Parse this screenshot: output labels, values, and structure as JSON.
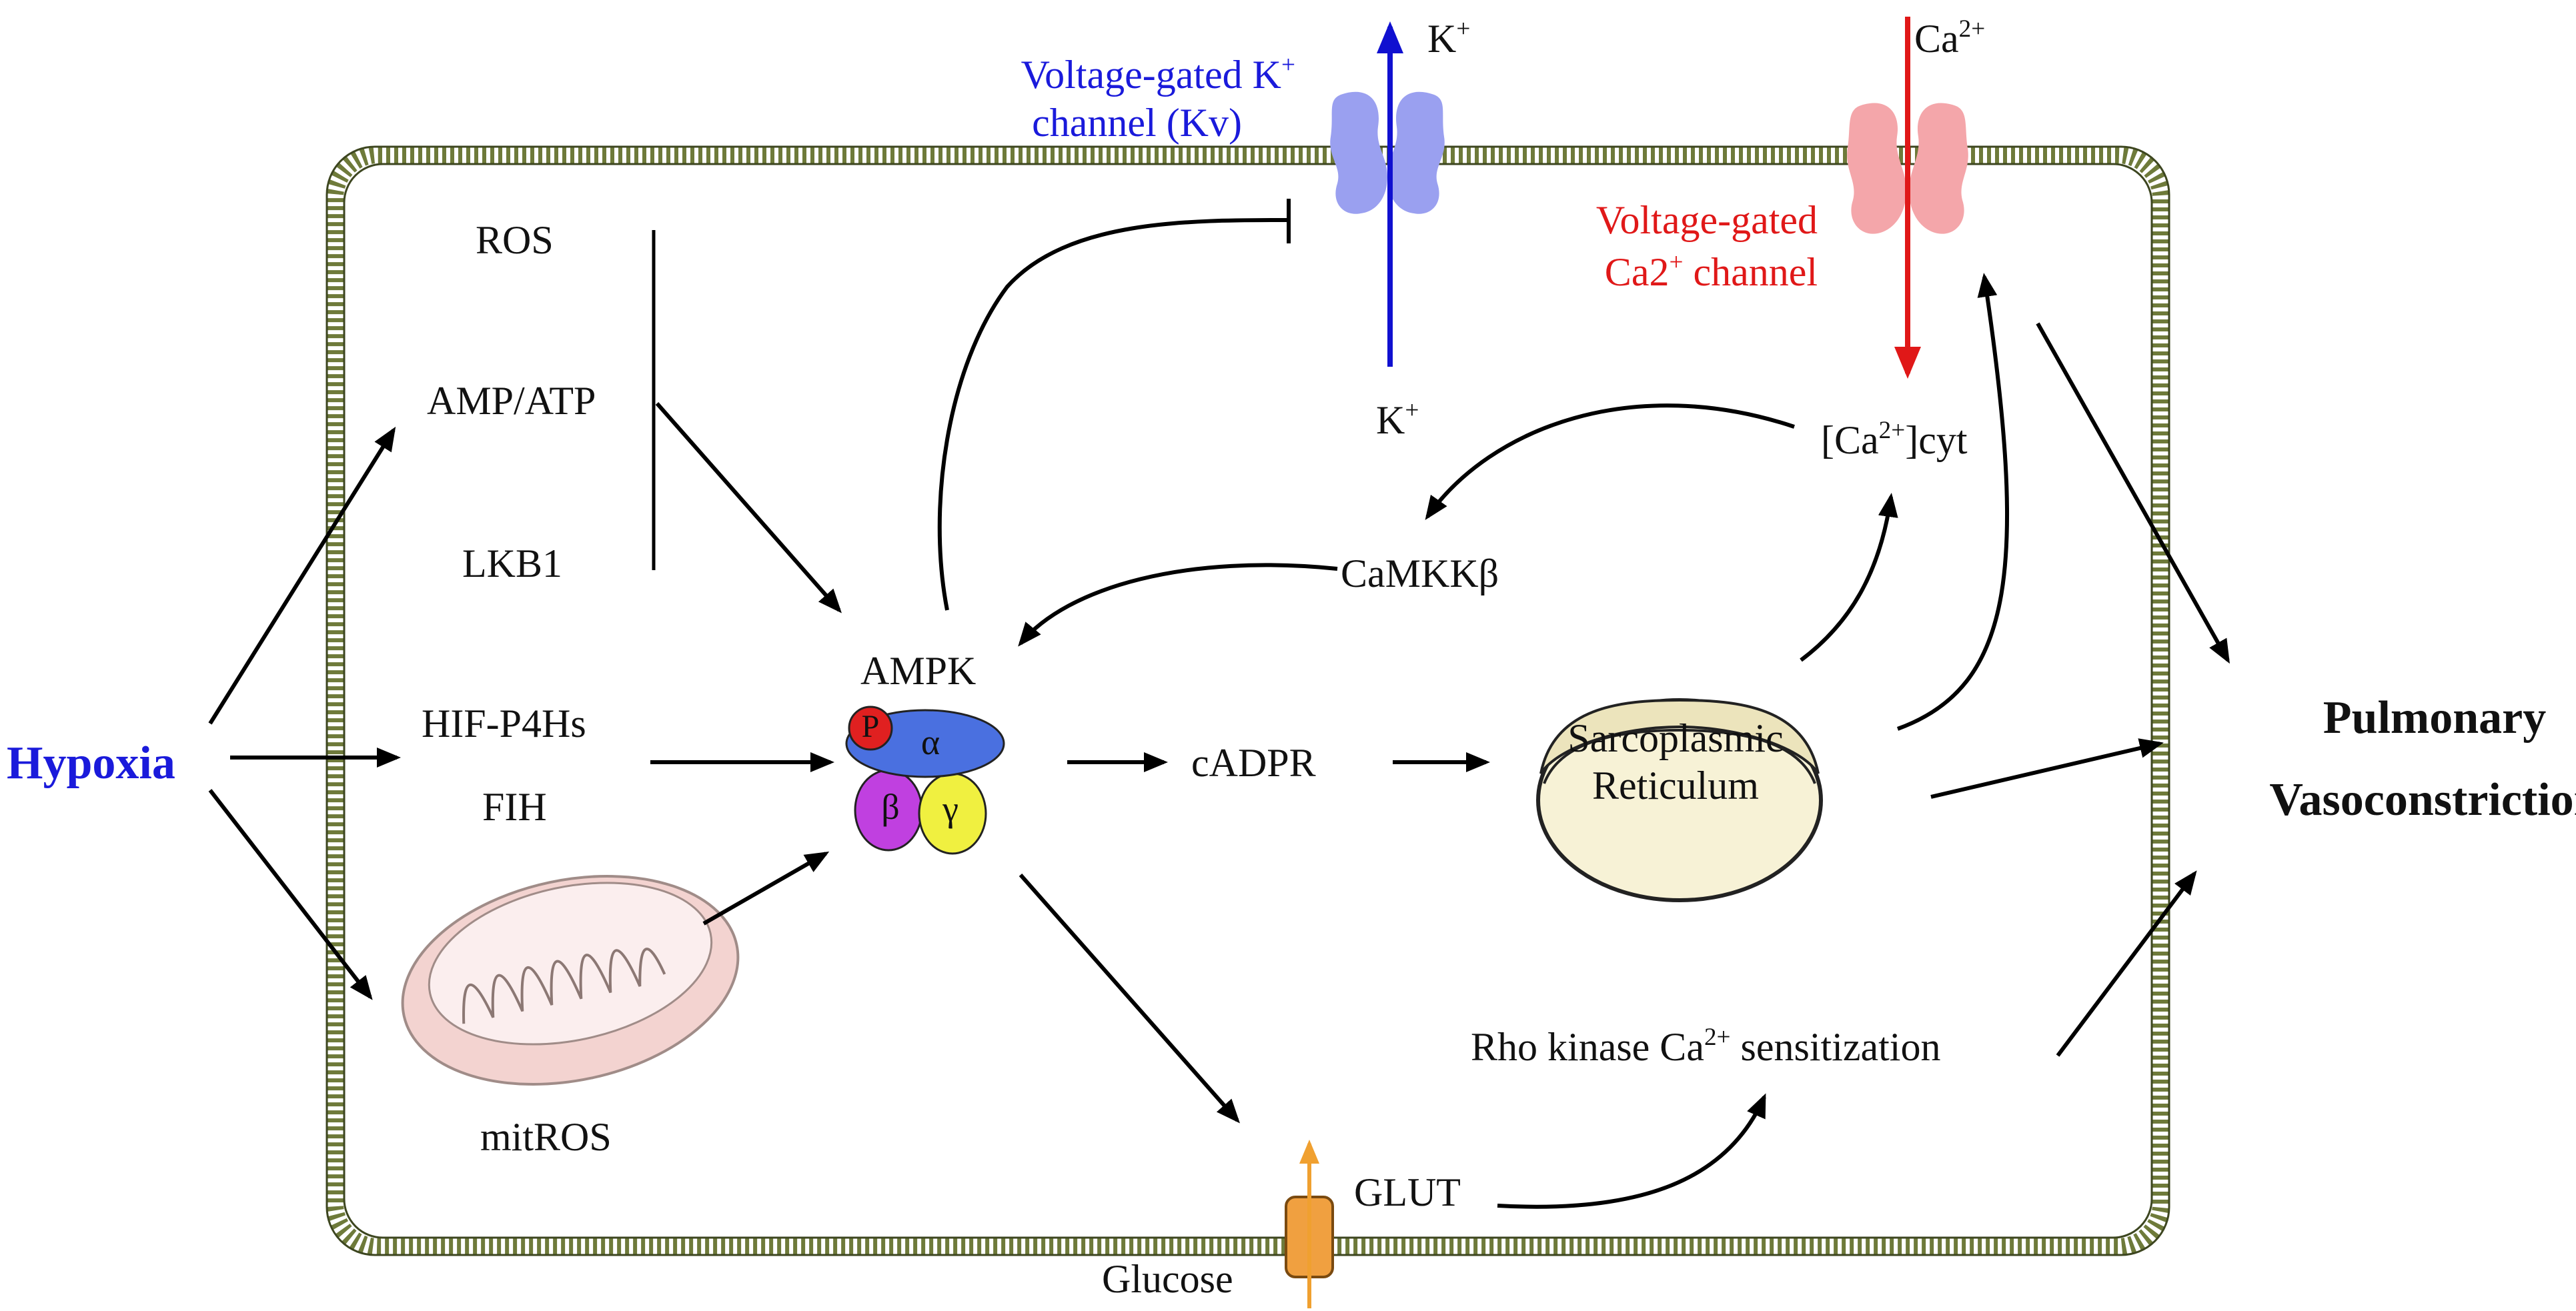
{
  "labels": {
    "hypoxia": "Hypoxia",
    "pulmonary": "Pulmonary",
    "vasoconstriction": "Vasoconstriction",
    "ros": "ROS",
    "amp_atp": "AMP/ATP",
    "lkb1": "LKB1",
    "hif_p4hs": "HIF-P4Hs",
    "fih": "FIH",
    "mitros": "mitROS",
    "ampk": "AMPK",
    "p": "P",
    "alpha": "α",
    "beta": "β",
    "gamma": "γ",
    "cadpr": "cADPR",
    "sarcoplasmic": "Sarcoplasmic",
    "reticulum": "Reticulum",
    "camkk": "CaMKKβ",
    "ca_cyt_pre": "[Ca",
    "ca_cyt_sup": "2+",
    "ca_cyt_post": "]cyt",
    "k_ion": "K",
    "k_sup": "+",
    "ca_ion": "Ca",
    "ca_sup": "2+",
    "kv_line1_pre": "Voltage-gated K",
    "kv_line1_sup": "+",
    "kv_line2": "channel (Kv)",
    "ca_channel_line1": "Voltage-gated",
    "ca_channel_line2_pre": "Ca2",
    "ca_channel_line2_sup": "+",
    "ca_channel_line2_post": " channel",
    "rho_pre": "Rho kinase Ca",
    "rho_sup": "2+",
    "rho_post": " sensitization",
    "glut": "GLUT",
    "glucose": "Glucose"
  },
  "colors": {
    "hypoxia": "#1a1adb",
    "kv_label": "#1a1adb",
    "k_arrow": "#1010d0",
    "ca_label": "#e01818",
    "ca_arrow": "#e01818",
    "glucose_arrow": "#f0a030",
    "kv_channel": "#9aa0f0",
    "ca_channel": "#f4a6aa",
    "glut": "#f0a040",
    "membrane": "#6e7a3a",
    "sr_fill": "#f7f2d6",
    "p_circle": "#e02020",
    "alpha": "#4a70e0",
    "beta": "#c040e0",
    "gamma": "#f0f040",
    "mito": "#f3d3d0"
  }
}
